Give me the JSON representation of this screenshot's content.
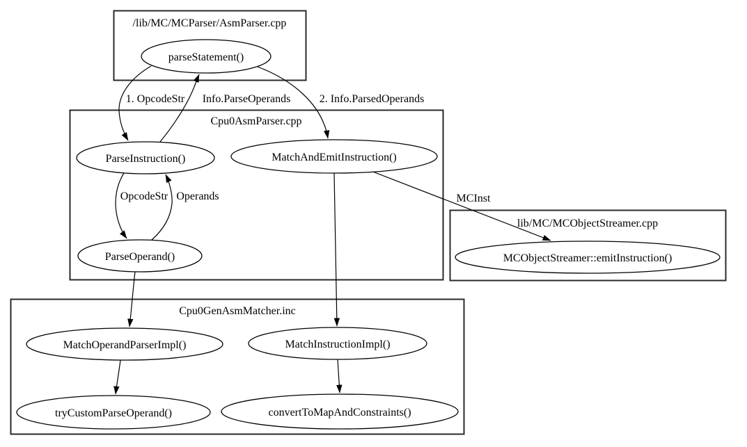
{
  "diagram": {
    "clusters": {
      "asm_parser": {
        "title": "/lib/MC/MCParser/AsmParser.cpp"
      },
      "cpu0_asm_parser": {
        "title": "Cpu0AsmParser.cpp"
      },
      "mc_object_streamer": {
        "title": "lib/MC/MCObjectStreamer.cpp"
      },
      "cpu0_gen_matcher": {
        "title": "Cpu0GenAsmMatcher.inc"
      }
    },
    "nodes": {
      "parse_statement": {
        "label": "parseStatement()"
      },
      "parse_instruction": {
        "label": "ParseInstruction()"
      },
      "match_and_emit_instruction": {
        "label": "MatchAndEmitInstruction()"
      },
      "parse_operand": {
        "label": "ParseOperand()"
      },
      "emit_instruction": {
        "label": "MCObjectStreamer::emitInstruction()"
      },
      "match_operand_parser_impl": {
        "label": "MatchOperandParserImpl()"
      },
      "match_instruction_impl": {
        "label": "MatchInstructionImpl()"
      },
      "try_custom_parse_operand": {
        "label": "tryCustomParseOperand()"
      },
      "convert_to_map_and_constraints": {
        "label": "convertToMapAndConstraints()"
      }
    },
    "edge_labels": {
      "opcode_str_1": {
        "text": "1. OpcodeStr"
      },
      "info_parse_operands": {
        "text": "Info.ParseOperands"
      },
      "info_parsed_operands": {
        "text": "2. Info.ParsedOperands"
      },
      "opcode_str_2": {
        "text": "OpcodeStr"
      },
      "operands": {
        "text": "Operands"
      },
      "mcinst": {
        "text": "MCInst"
      }
    },
    "colors": {
      "background": "#ffffff",
      "node_stroke": "#000000",
      "edge_stroke": "#000000",
      "cluster_stroke": "#2a2a2a",
      "text": "#000000"
    }
  }
}
